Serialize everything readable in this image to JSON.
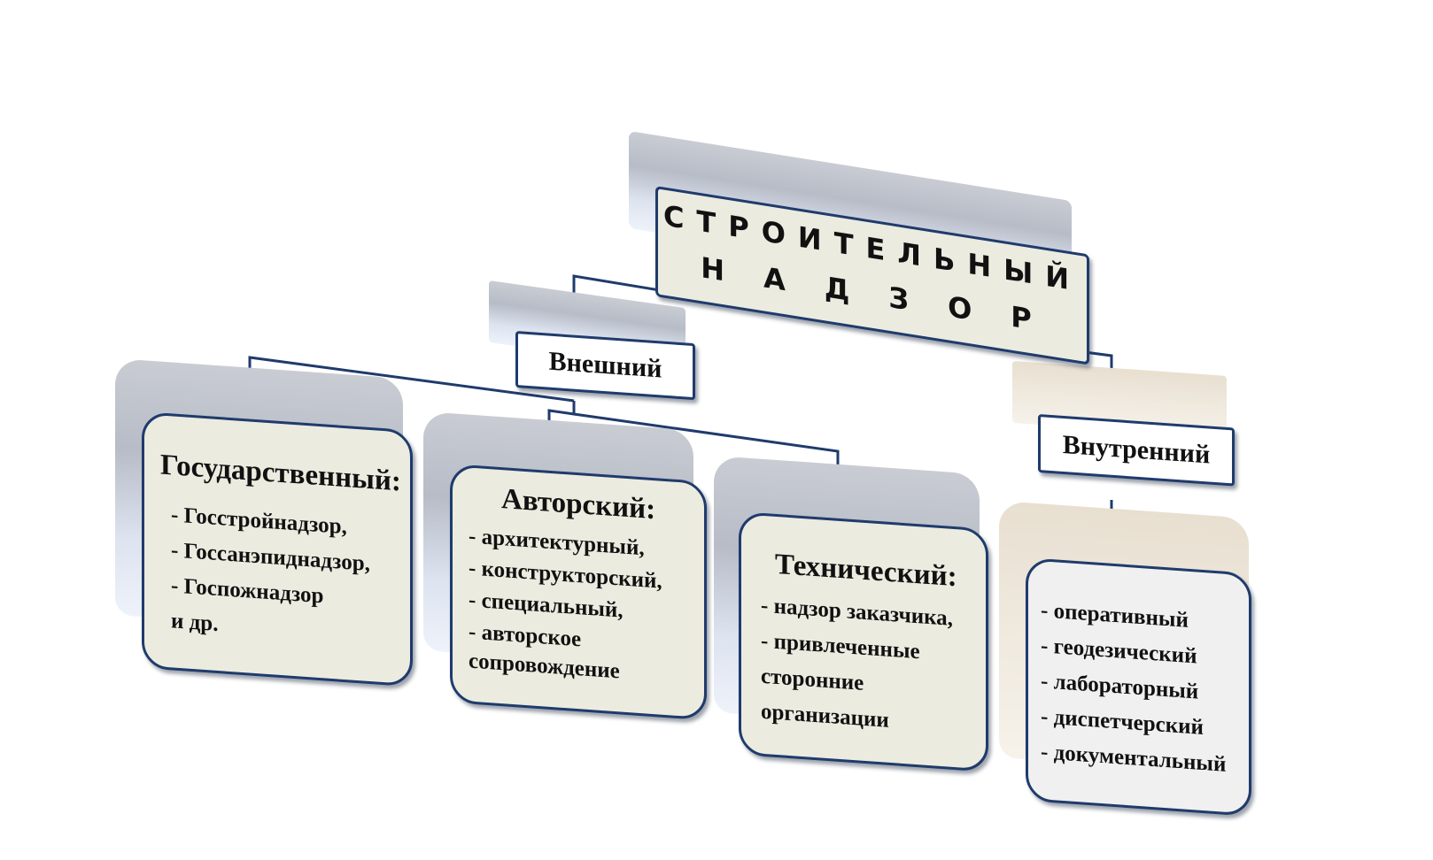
{
  "title": {
    "line1": "СТРОИТЕЛЬНЫЙ",
    "line2": "НАДЗОР"
  },
  "external": {
    "label": "Внешний"
  },
  "internal": {
    "label": "Внутренний",
    "items": [
      "- оперативный",
      "- геодезический",
      "- лабораторный",
      "- диспетчерский",
      "- документальный"
    ]
  },
  "state": {
    "title": "Государственный:",
    "items": [
      "- Госстройнадзор,",
      "- Госсанэпиднадзор,",
      "- Госпожнадзор",
      "и др."
    ]
  },
  "author": {
    "title": "Авторский:",
    "items": [
      "- архитектурный,",
      "- конструкторский,",
      "- специальный,",
      "- авторское",
      "сопровождение"
    ]
  },
  "technical": {
    "title": "Технический:",
    "items": [
      "- надзор заказчика,",
      "- привлеченные",
      "сторонние",
      "организации"
    ]
  },
  "colors": {
    "border": "#1f3b6c",
    "box_fill": "#ecebe0",
    "line": "#1f3b6c"
  }
}
